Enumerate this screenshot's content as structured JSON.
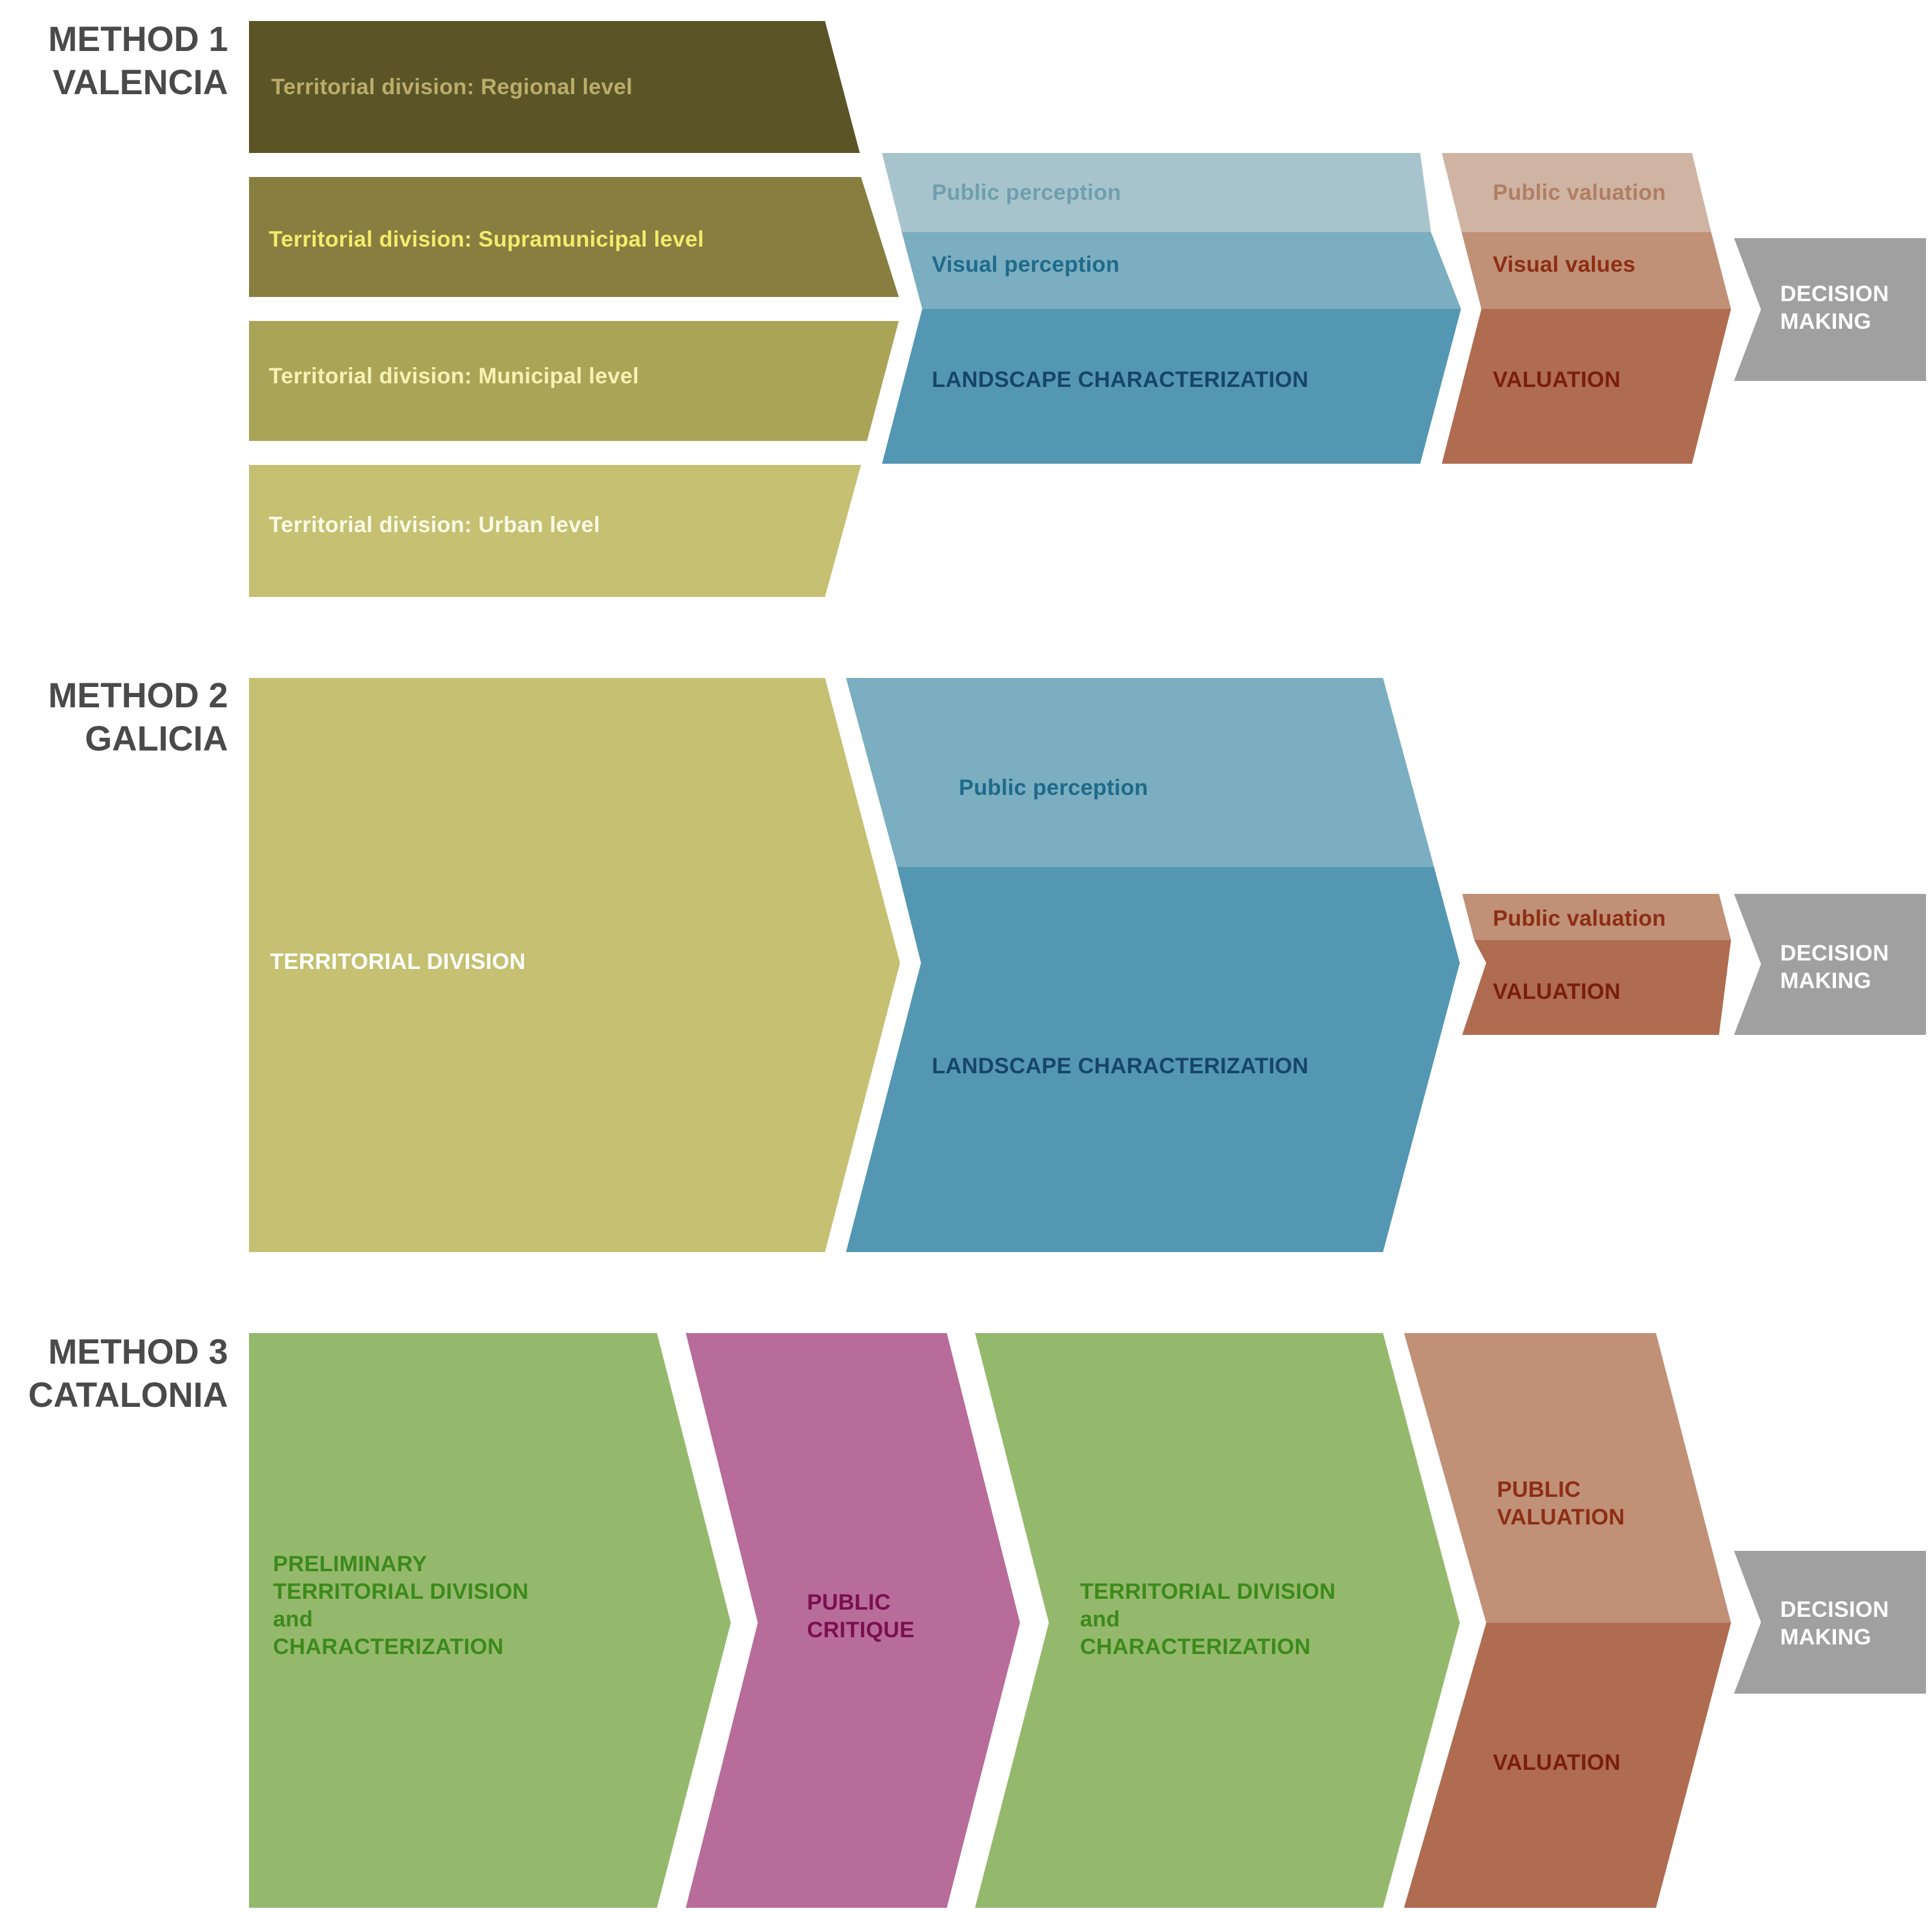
{
  "colors": {
    "olive_dark": "#5b5427",
    "olive_mid": "#877e40",
    "olive_light": "#aaa457",
    "olive_pale": "#c5c072",
    "blue_pale": "#a7c4cc",
    "blue_mid": "#7aaec0",
    "blue_deep": "#5497b3",
    "tan_pale": "#cfb4a3",
    "tan_mid": "#c09077",
    "rust": "#af6c50",
    "gray": "#a0a0a0",
    "green": "#95b96c",
    "magenta": "#b86c9a"
  },
  "methods": [
    {
      "label_line1": "METHOD 1",
      "label_line2": "VALENCIA",
      "territorial_levels": [
        "Territorial division: Regional level",
        "Territorial division: Supramunicipal  level",
        "Territorial division: Municipal level",
        "Territorial division: Urban level"
      ],
      "public_perception": "Public perception",
      "visual_perception": "Visual perception",
      "landscape_characterization": "LANDSCAPE CHARACTERIZATION",
      "public_valuation": "Public valuation",
      "visual_values": "Visual values",
      "valuation": "VALUATION",
      "decision_making": "DECISION\nMAKING"
    },
    {
      "label_line1": "METHOD 2",
      "label_line2": "GALICIA",
      "territorial_division": "TERRITORIAL DIVISION",
      "public_perception": "Public perception",
      "landscape_characterization": "LANDSCAPE CHARACTERIZATION",
      "public_valuation": "Public valuation",
      "valuation": "VALUATION",
      "decision_making": "DECISION\nMAKING"
    },
    {
      "label_line1": "METHOD 3",
      "label_line2": "CATALONIA",
      "preliminary": "PRELIMINARY\nTERRITORIAL DIVISION\nand\nCHARACTERIZATION",
      "public_critique": "PUBLIC\nCRITIQUE",
      "territorial_characterization": "TERRITORIAL DIVISION\nand\nCHARACTERIZATION",
      "public_valuation": "PUBLIC\nVALUATION",
      "valuation": "VALUATION",
      "decision_making": "DECISION\nMAKING"
    }
  ]
}
